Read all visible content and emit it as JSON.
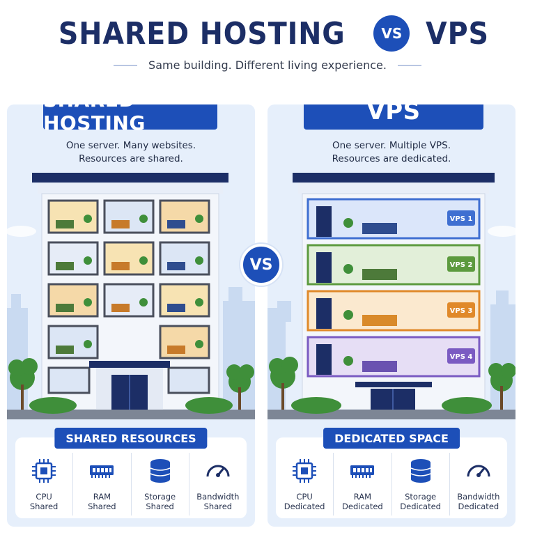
{
  "header": {
    "title_left": "SHARED HOSTING",
    "vs": "VS",
    "title_right": "VPS",
    "subtitle": "Same building. Different living experience."
  },
  "shared": {
    "title": "SHARED HOSTING",
    "desc_line1": "One server. Many websites.",
    "desc_line2": "Resources are shared.",
    "resources_title": "SHARED RESOURCES",
    "resources": [
      {
        "name": "CPU",
        "status": "Shared",
        "icon": "cpu-chip-icon"
      },
      {
        "name": "RAM",
        "status": "Shared",
        "icon": "ram-module-icon"
      },
      {
        "name": "Storage",
        "status": "Shared",
        "icon": "storage-database-icon"
      },
      {
        "name": "Bandwidth",
        "status": "Shared",
        "icon": "speedometer-icon"
      }
    ]
  },
  "vps": {
    "title": "VPS",
    "desc_line1": "One server. Multiple VPS.",
    "desc_line2": "Resources are dedicated.",
    "floors": [
      "VPS 1",
      "VPS 2",
      "VPS 3",
      "VPS 4"
    ],
    "floor_colors": [
      "#3f6fd1",
      "#5c9a3e",
      "#e0892a",
      "#7a5bc2"
    ],
    "resources_title": "DEDICATED SPACE",
    "resources": [
      {
        "name": "CPU",
        "status": "Dedicated",
        "icon": "cpu-chip-icon"
      },
      {
        "name": "RAM",
        "status": "Dedicated",
        "icon": "ram-module-icon"
      },
      {
        "name": "Storage",
        "status": "Dedicated",
        "icon": "storage-database-icon"
      },
      {
        "name": "Bandwidth",
        "status": "Dedicated",
        "icon": "speedometer-icon"
      }
    ]
  },
  "mid_vs": "VS",
  "colors": {
    "brand_blue": "#1d4fb8",
    "title_navy": "#1c2e66",
    "panel_bg": "#e6effb"
  }
}
